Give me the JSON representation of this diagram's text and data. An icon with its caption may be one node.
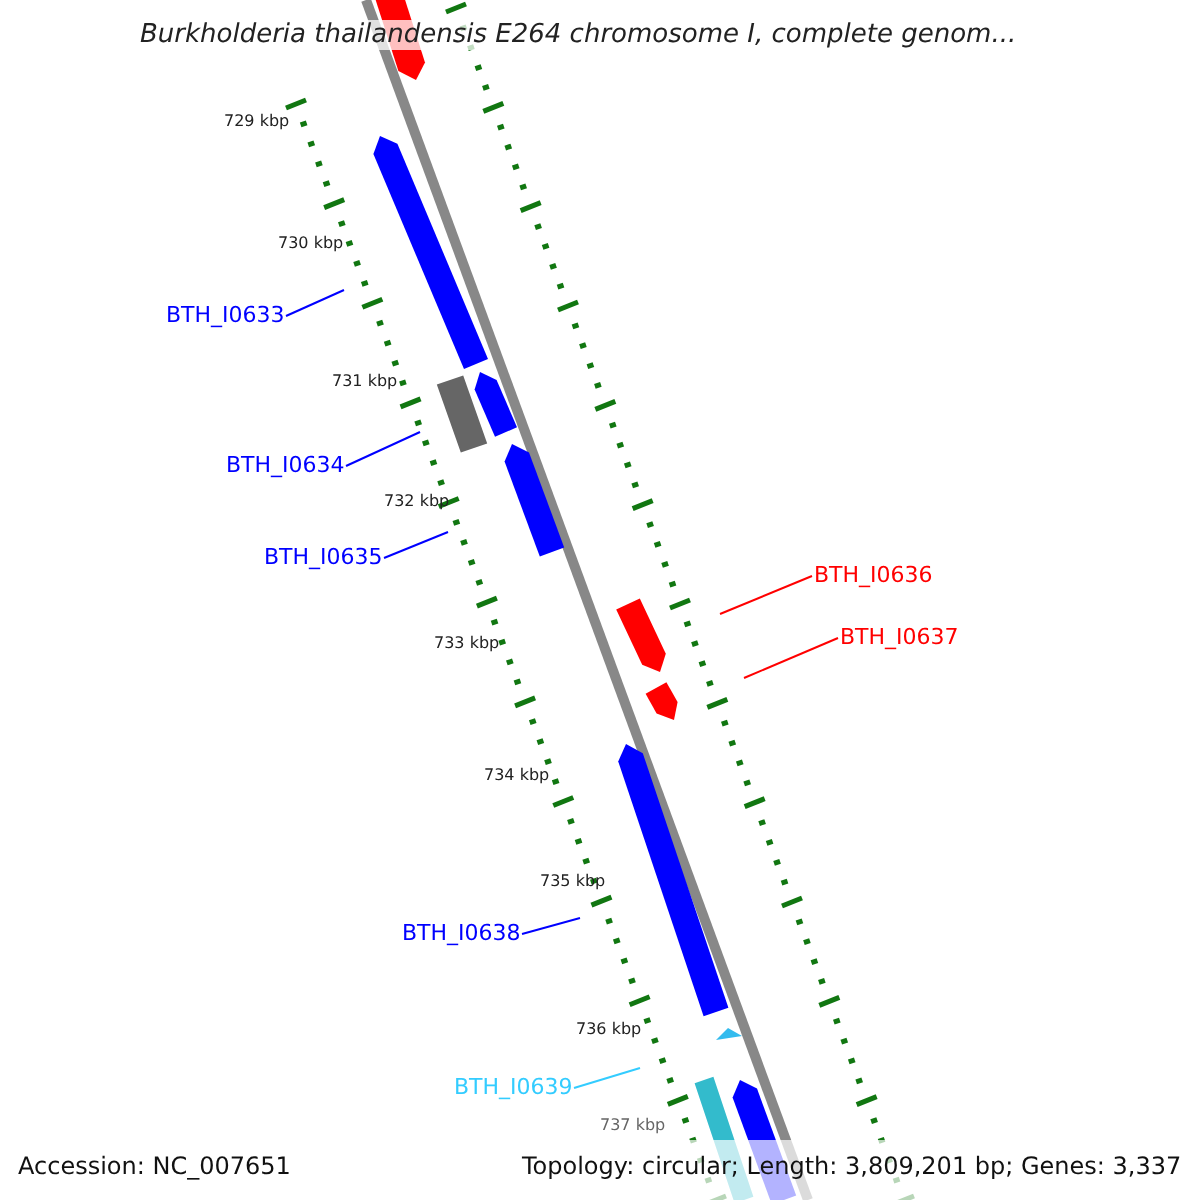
{
  "diagram": {
    "title": "Burkholderia thailandensis E264 chromosome I, complete genom...",
    "nodes": [
      {
        "text": [
          "BTH_I0633"
        ]
      },
      {
        "text": [
          "BTH_I0634"
        ]
      },
      {
        "text": [
          "BTH_I0635"
        ]
      },
      {
        "text": [
          "BTH_I0636"
        ]
      },
      {
        "text": [
          "BTH_I0637"
        ]
      },
      {
        "text": [
          "BTH_I0638"
        ]
      },
      {
        "text": [
          "BTH_I0639"
        ]
      }
    ],
    "edges": [
      {
        "from": 0,
        "to": null,
        "arrow": "none"
      },
      {
        "from": 1,
        "to": null,
        "arrow": "none"
      },
      {
        "from": 2,
        "to": null,
        "arrow": "none"
      },
      {
        "from": 3,
        "to": null,
        "arrow": "none",
        "color": "#ff0000"
      },
      {
        "from": 4,
        "to": null,
        "arrow": "none",
        "color": "#ff0000"
      },
      {
        "from": 5,
        "to": null,
        "arrow": "none"
      },
      {
        "from": 6,
        "to": null,
        "arrow": "none",
        "color": "#33ccff"
      }
    ],
    "labels": [
      "729 kbp",
      "730 kbp",
      "731 kbp",
      "732 kbp",
      "733 kbp",
      "734 kbp",
      "735 kbp",
      "736 kbp",
      "737 kbp",
      "Accession: NC_007651",
      "Topology: circular; Length: 3,809,201 bp; Genes: 3,337"
    ]
  }
}
